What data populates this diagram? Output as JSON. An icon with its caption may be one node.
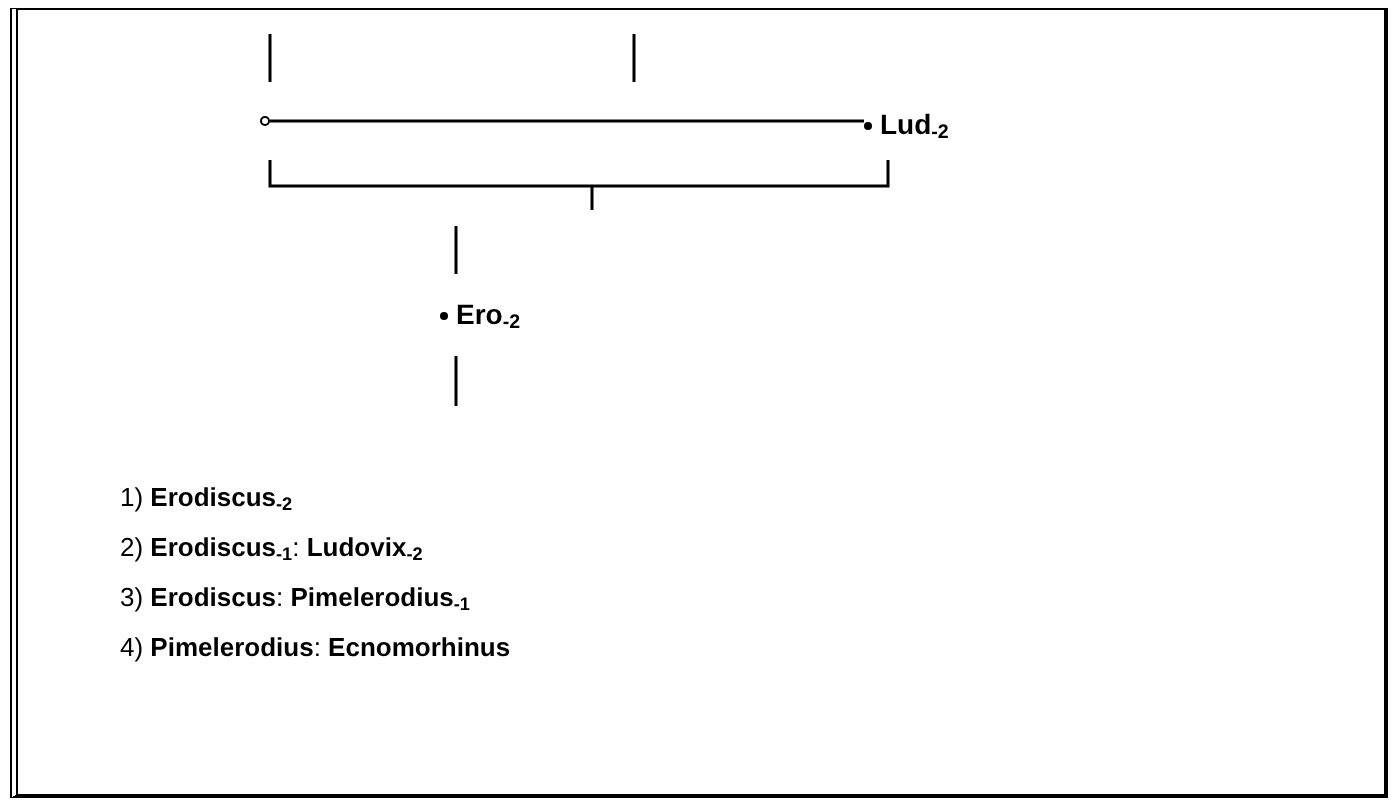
{
  "diagram": {
    "nodes": [
      {
        "text": [],
        "shape": "circle"
      },
      {
        "text": [
          "Lud$_{-2}$"
        ]
      },
      {
        "text": [
          "Ero$_{-2}$"
        ]
      }
    ],
    "edges": [
      {
        "from": 0,
        "to": 1,
        "arrow": "none"
      }
    ],
    "labels": [
      "1) **Erodiscus**$_{-2}$",
      "2) **Erodiscus**$_{-1}$: **Ludovix**$_{-2}$",
      "3) **Erodiscus**: **Pimelerodius**$_{-1}$",
      "4) **Pimelerodius**: **Ecnomorhinus**"
    ]
  }
}
